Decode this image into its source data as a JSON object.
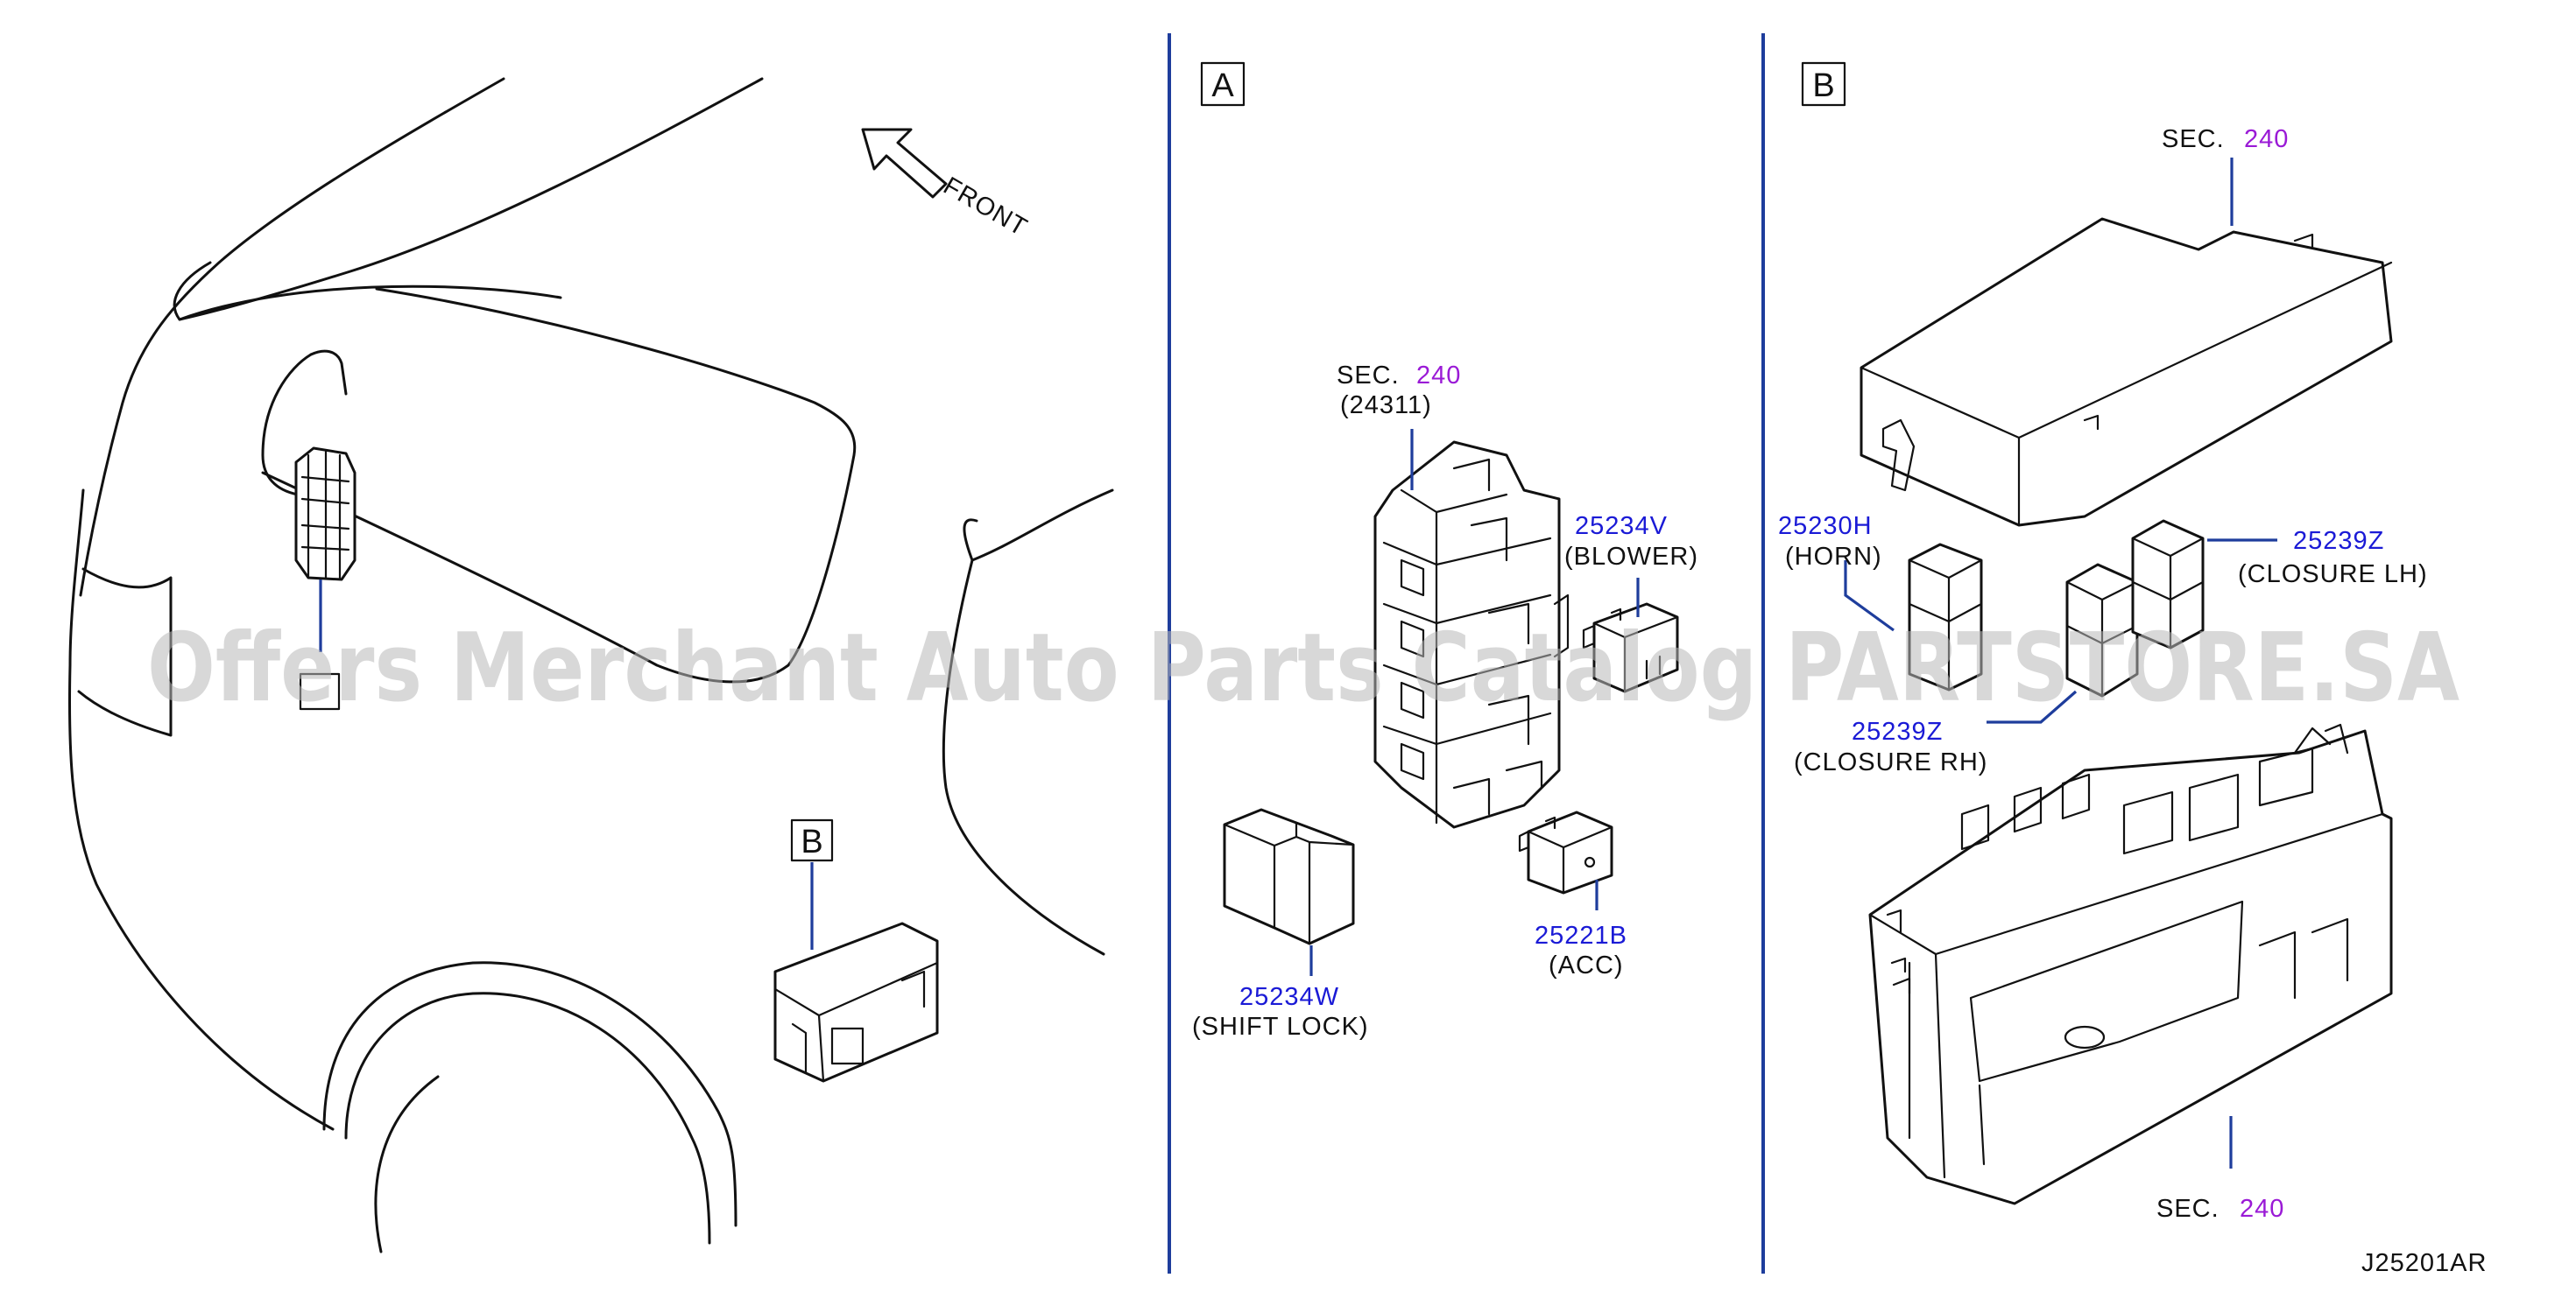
{
  "diagram": {
    "front_label": "FRONT",
    "section_labels": {
      "a": "A",
      "b": "B"
    },
    "car_view_box_label": "B",
    "diagram_code": "J25201AR",
    "watermark": "Offers Merchant Auto Parts Catalog PARTSTORE.SA"
  },
  "callouts_a": {
    "fuse_block": {
      "sec_prefix": "SEC.",
      "sec_number": "240",
      "part_code": "(24311)"
    },
    "blower": {
      "part_number": "25234V",
      "description": "(BLOWER)"
    },
    "acc": {
      "part_number": "25221B",
      "description": "(ACC)"
    },
    "shift_lock": {
      "part_number": "25234W",
      "description": "(SHIFT  LOCK)"
    }
  },
  "callouts_b": {
    "cover": {
      "sec_prefix": "SEC.",
      "sec_number": "240"
    },
    "horn": {
      "part_number": "25230H",
      "description": "(HORN)"
    },
    "closure_lh": {
      "part_number": "25239Z",
      "description": "(CLOSURE  LH)"
    },
    "closure_rh": {
      "part_number": "25239Z",
      "description": "(CLOSURE  RH)"
    },
    "base": {
      "sec_prefix": "SEC.",
      "sec_number": "240"
    }
  },
  "colors": {
    "part_number": "#1a1ad6",
    "section_ref": "#9a1ad6",
    "leader_line": "#1e3d9c",
    "line_art": "#111111"
  }
}
